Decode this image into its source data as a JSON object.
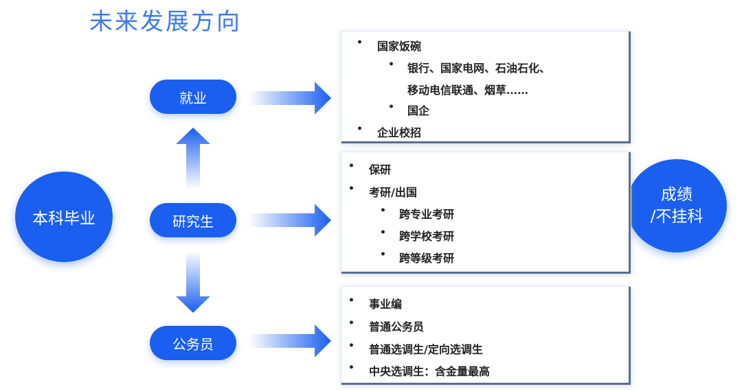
{
  "title": "未来发展方向",
  "start": {
    "label": "本科毕业"
  },
  "end": {
    "line1": "成绩",
    "line2": "/不挂科"
  },
  "paths": [
    {
      "label": "就业",
      "items": [
        {
          "text": "国家饭碗",
          "level": 0
        },
        {
          "text": "银行、国家电网、石油石化、",
          "level": 1
        },
        {
          "text": "移动电信联通、烟草……",
          "level": 1,
          "continuation": true
        },
        {
          "text": "国企",
          "level": 1
        },
        {
          "text": "企业校招",
          "level": 0
        }
      ]
    },
    {
      "label": "研究生",
      "items": [
        {
          "text": "保研",
          "level": 0
        },
        {
          "text": "考研/出国",
          "level": 0
        },
        {
          "text": "跨专业考研",
          "level": 1
        },
        {
          "text": "跨学校考研",
          "level": 1
        },
        {
          "text": "跨等级考研",
          "level": 1
        }
      ]
    },
    {
      "label": "公务员",
      "items": [
        {
          "text": "事业编",
          "level": 0
        },
        {
          "text": "普通公务员",
          "level": 0
        },
        {
          "text": "普通选调生/定向选调生",
          "level": 0
        },
        {
          "text": "中央选调生：含金量最高",
          "level": 0
        }
      ]
    }
  ],
  "colors": {
    "primary": "#1a5ff0",
    "title": "#3d7be8",
    "box_edge": "#5a6e90"
  }
}
